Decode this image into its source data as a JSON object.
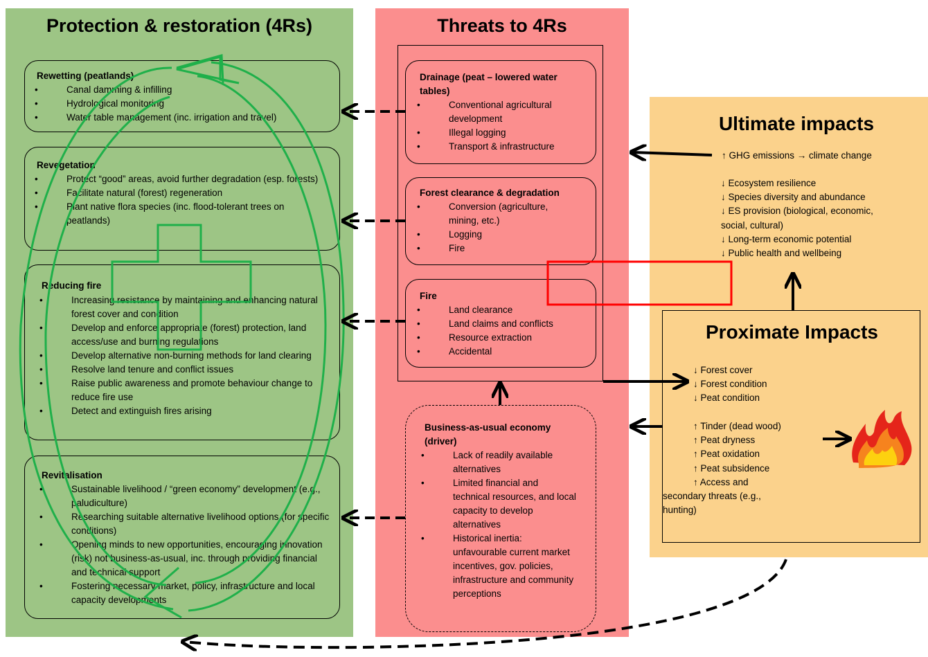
{
  "panels": {
    "protection": {
      "title": "Protection & restoration (4Rs)",
      "boxes": [
        {
          "title": "Rewetting (peatlands)",
          "items": [
            "Canal damming & infilling",
            "Hydrological monitoring",
            "Water table management (inc. irrigation and travel)"
          ]
        },
        {
          "title": "Revegetation",
          "items": [
            "Protect “good” areas, avoid further degradation (esp. forests)",
            "Facilitate natural (forest) regeneration",
            "Plant native flora species (inc. flood-tolerant trees on peatlands)"
          ]
        },
        {
          "title": "Reducing fire",
          "items": [
            "Increasing resistance by maintaining and enhancing natural forest cover and condition",
            "Develop and enforce appropriate (forest) protection, land access/use and burning regulations",
            "Develop alternative non-burning methods for land clearing",
            "Resolve land tenure and conflict issues",
            "Raise public awareness and promote behaviour change to reduce fire use",
            "Detect and extinguish fires arising"
          ]
        },
        {
          "title": "Revitalisation",
          "items": [
            "Sustainable livelihood / “green economy” development (e.g., paludiculture)",
            "Researching suitable alternative livelihood options (for specific conditions)",
            "Opening minds to new opportunities, encouraging innovation (risk) not business-as-usual, inc. through providing financial and technical support",
            "Fostering necessary market, policy, infrastructure and local capacity developments"
          ]
        }
      ]
    },
    "threats": {
      "title": "Threats to 4Rs",
      "boxes": [
        {
          "title": "Drainage (peat – lowered water tables)",
          "items": [
            "Conventional agricultural development",
            "Illegal logging",
            "Transport & infrastructure"
          ]
        },
        {
          "title": "Forest clearance & degradation",
          "items": [
            "Conversion (agriculture, mining, etc.)",
            "Logging",
            "Fire"
          ]
        },
        {
          "title": "Fire",
          "items": [
            "Land clearance",
            "Land claims and conflicts",
            "Resource extraction",
            "Accidental"
          ]
        }
      ],
      "driver": {
        "title": "Business-as-usual economy (driver)",
        "items": [
          "Lack of readily available alternatives",
          "Limited financial and technical resources, and local capacity to develop alternatives",
          "Historical inertia: unfavourable current market incentives, gov. policies, infrastructure and community perceptions"
        ]
      }
    },
    "ultimate": {
      "title": "Ultimate impacts",
      "ghg": "↑ GHG emissions  →  climate change",
      "items": [
        "↓ Ecosystem resilience",
        "↓ Species diversity and abundance",
        "↓ ES provision (biological, economic,",
        "social, cultural)",
        "↓ Long-term economic potential",
        "↓ Public health and wellbeing"
      ]
    },
    "proximate": {
      "title": "Proximate Impacts",
      "decreases": [
        "↓ Forest cover",
        "↓ Forest condition",
        "↓ Peat condition"
      ],
      "increases": [
        "↑ Tinder (dead wood)",
        "↑ Peat dryness",
        "↑ Peat oxidation",
        "↑ Peat subsidence",
        "↑ Access and",
        "secondary threats (e.g.,",
        "hunting)"
      ]
    }
  },
  "icons": {
    "fire": "fire-icon"
  },
  "colors": {
    "green_panel": "#9dc585",
    "red_panel": "#fb8e8e",
    "orange_panel": "#fbd28c",
    "cycle_green": "#1fb04a",
    "highlight_red": "#ff0000"
  }
}
